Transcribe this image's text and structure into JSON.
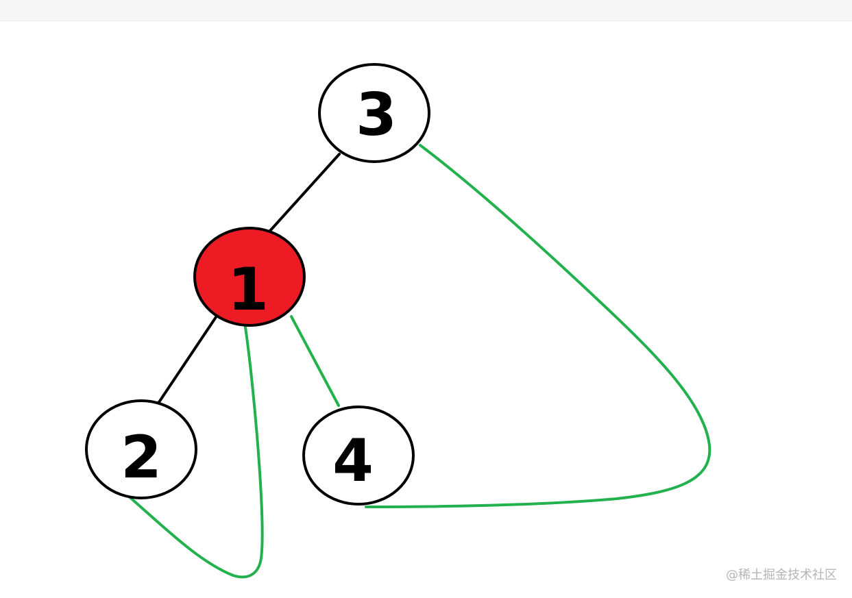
{
  "nodes": [
    {
      "id": "3",
      "label": "3",
      "fill": "#ffffff"
    },
    {
      "id": "1",
      "label": "1",
      "fill": "#ed1c24"
    },
    {
      "id": "2",
      "label": "2",
      "fill": "#ffffff"
    },
    {
      "id": "4",
      "label": "4",
      "fill": "#ffffff"
    }
  ],
  "tree_edges": [
    {
      "from": "3",
      "to": "1"
    },
    {
      "from": "1",
      "to": "2"
    }
  ],
  "threaded_links": [
    {
      "from": "1",
      "to": "4"
    },
    {
      "from": "2",
      "to": "1"
    },
    {
      "from": "4",
      "to": "3"
    }
  ],
  "colors": {
    "tree_edge": "#000000",
    "threaded_link": "#22b14c",
    "node_border": "#000000"
  },
  "watermark": {
    "text": "@稀土掘金技术社区"
  }
}
